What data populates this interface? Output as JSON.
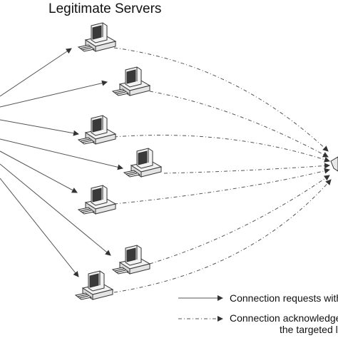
{
  "diagram": {
    "title": "Legitimate Servers",
    "servers": [
      {
        "id": "server-1"
      },
      {
        "id": "server-2"
      },
      {
        "id": "server-3"
      },
      {
        "id": "server-4"
      },
      {
        "id": "server-5"
      },
      {
        "id": "server-6"
      },
      {
        "id": "server-7"
      }
    ],
    "legend": {
      "request_label": "Connection requests with",
      "ack_label_line1": "Connection acknowledge",
      "ack_label_line2": "the targeted li"
    },
    "colors": {
      "line": "#555555",
      "computer_stroke": "#333333",
      "computer_fill": "#f2f2f2"
    }
  }
}
